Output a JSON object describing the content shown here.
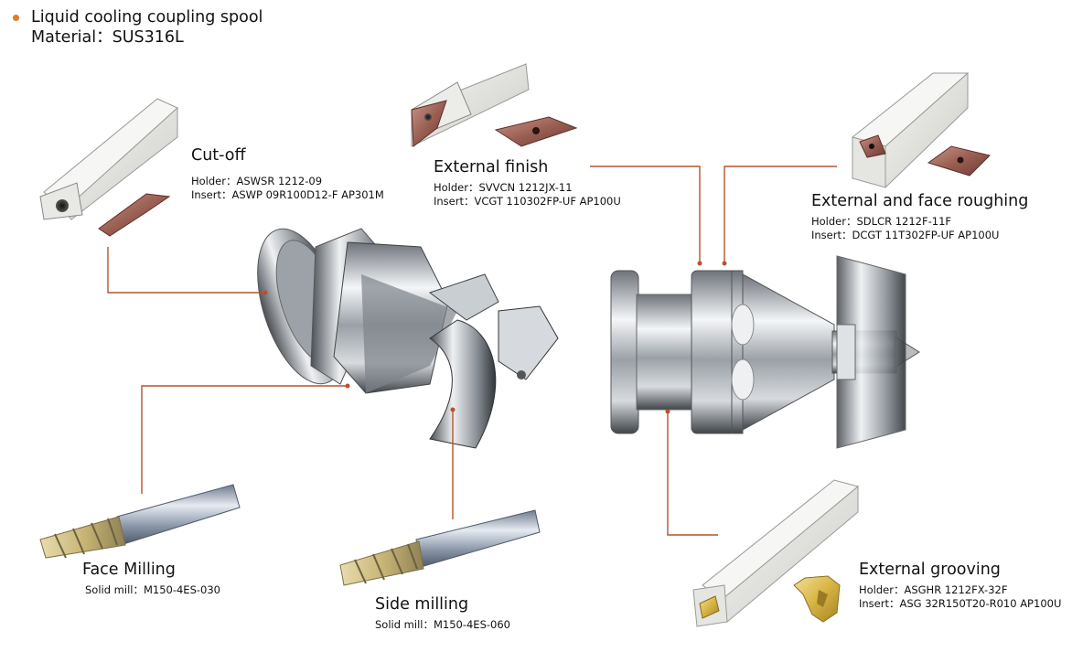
{
  "header": {
    "title": "Liquid cooling coupling spool",
    "material": "Material：SUS316L"
  },
  "colors": {
    "bullet": "#e07b26",
    "leader": "#b5522e"
  },
  "operations": {
    "cutoff": {
      "name": "Cut-off",
      "line1": "Holder：ASWSR 1212-09",
      "line2": "Insert：ASWP 09R100D12-F AP301M"
    },
    "finish": {
      "name": "External finish",
      "line1": "Holder：SVVCN 1212JX-11",
      "line2": "Insert：VCGT 110302FP-UF AP100U"
    },
    "roughing": {
      "name": "External and face roughing",
      "line1": "Holder：SDLCR 1212F-11F",
      "line2": "Insert：DCGT 11T302FP-UF AP100U"
    },
    "facemill": {
      "name": "Face Milling",
      "line1": "Solid mill：M150-4ES-030"
    },
    "sidemill": {
      "name": "Side milling",
      "line1": "Solid mill：M150-4ES-060"
    },
    "grooving": {
      "name": "External grooving",
      "line1": "Holder：ASGHR 1212FX-32F",
      "line2": "Insert：ASG 32R150T20-R010 AP100U"
    }
  }
}
